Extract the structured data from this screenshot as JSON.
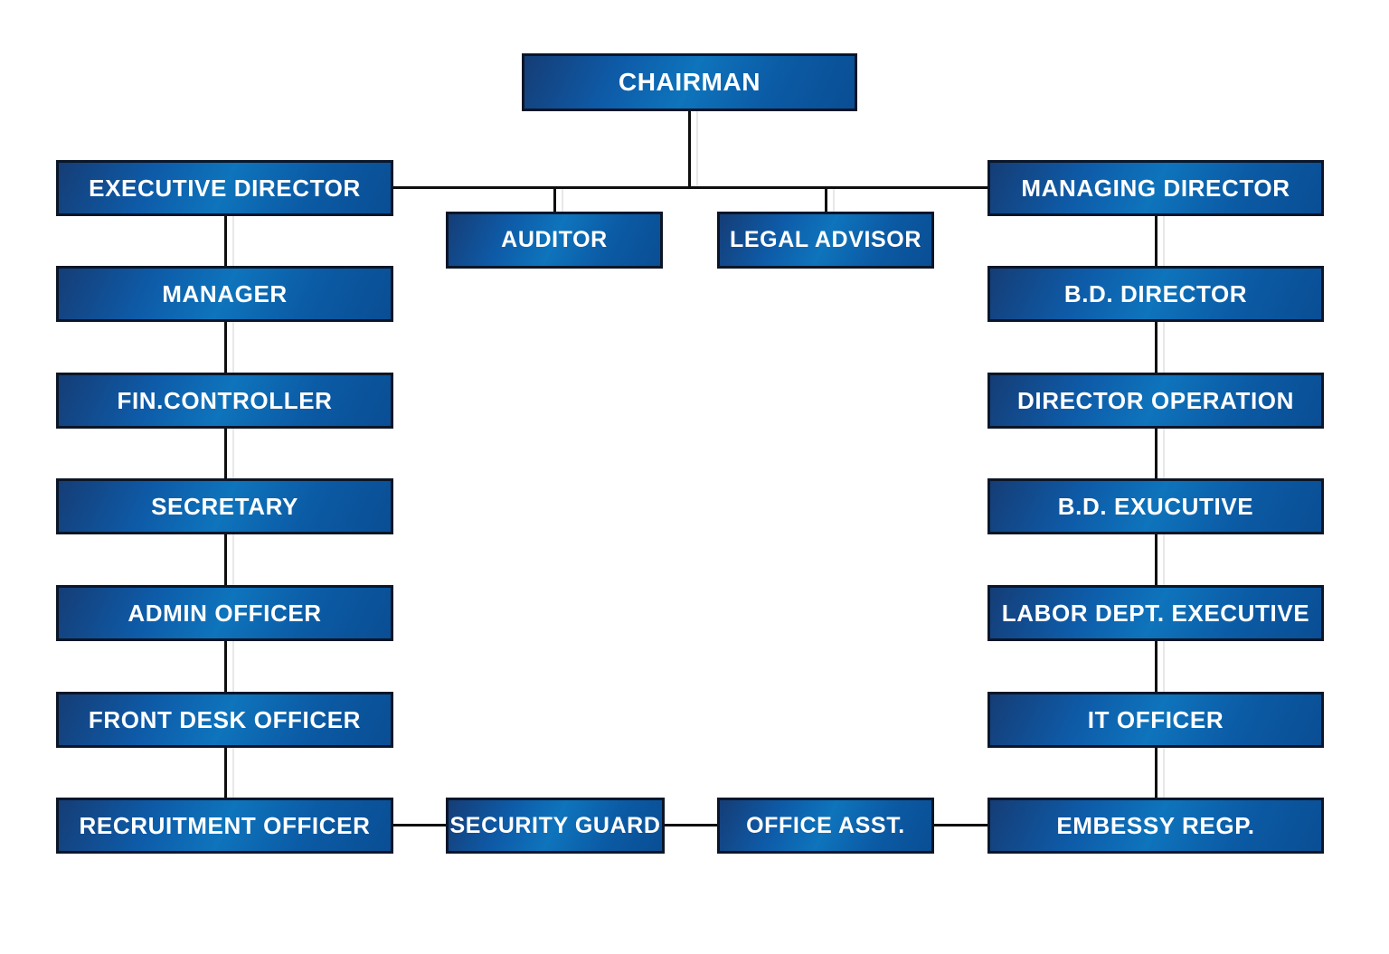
{
  "diagram": {
    "type": "org-chart",
    "background": "#ffffff",
    "colors": {
      "box_fill_dark": "#153d76",
      "box_fill_light": "#0e74bc",
      "box_border": "#0b1628",
      "box_text": "#ffffff",
      "connector": "#0e0e0e",
      "ghost_outline": "#e8e8e8"
    },
    "nodes": {
      "chairman": {
        "label": "CHAIRMAN"
      },
      "executive_director": {
        "label": "EXECUTIVE DIRECTOR"
      },
      "managing_director": {
        "label": "MANAGING DIRECTOR"
      },
      "auditor": {
        "label": "AUDITOR"
      },
      "legal_advisor": {
        "label": "LEGAL ADVISOR"
      },
      "manager": {
        "label": "MANAGER"
      },
      "bd_director": {
        "label": "B.D. DIRECTOR"
      },
      "fin_controller": {
        "label": "FIN.CONTROLLER"
      },
      "director_operation": {
        "label": "DIRECTOR OPERATION"
      },
      "secretary": {
        "label": "SECRETARY"
      },
      "bd_exucutive": {
        "label": "B.D. EXUCUTIVE"
      },
      "admin_officer": {
        "label": "ADMIN OFFICER"
      },
      "labor_dept_executive": {
        "label": "LABOR DEPT. EXECUTIVE"
      },
      "front_desk_officer": {
        "label": "FRONT DESK OFFICER"
      },
      "it_officer": {
        "label": "IT OFFICER"
      },
      "recruitment_officer": {
        "label": "RECRUITMENT OFFICER"
      },
      "security_guard": {
        "label": "SECURITY GUARD"
      },
      "office_asst": {
        "label": "OFFICE ASST."
      },
      "embessy_regp": {
        "label": "EMBESSY REGP."
      }
    },
    "edges": [
      {
        "from": "chairman",
        "to": "executive_director"
      },
      {
        "from": "chairman",
        "to": "managing_director"
      },
      {
        "from": "chairman",
        "to": "auditor"
      },
      {
        "from": "chairman",
        "to": "legal_advisor"
      },
      {
        "from": "executive_director",
        "to": "manager"
      },
      {
        "from": "manager",
        "to": "fin_controller"
      },
      {
        "from": "fin_controller",
        "to": "secretary"
      },
      {
        "from": "secretary",
        "to": "admin_officer"
      },
      {
        "from": "admin_officer",
        "to": "front_desk_officer"
      },
      {
        "from": "front_desk_officer",
        "to": "recruitment_officer"
      },
      {
        "from": "managing_director",
        "to": "bd_director"
      },
      {
        "from": "bd_director",
        "to": "director_operation"
      },
      {
        "from": "director_operation",
        "to": "bd_exucutive"
      },
      {
        "from": "bd_exucutive",
        "to": "labor_dept_executive"
      },
      {
        "from": "labor_dept_executive",
        "to": "it_officer"
      },
      {
        "from": "it_officer",
        "to": "embessy_regp"
      },
      {
        "from": "recruitment_officer",
        "to": "security_guard"
      },
      {
        "from": "security_guard",
        "to": "office_asst"
      },
      {
        "from": "office_asst",
        "to": "embessy_regp"
      }
    ]
  }
}
